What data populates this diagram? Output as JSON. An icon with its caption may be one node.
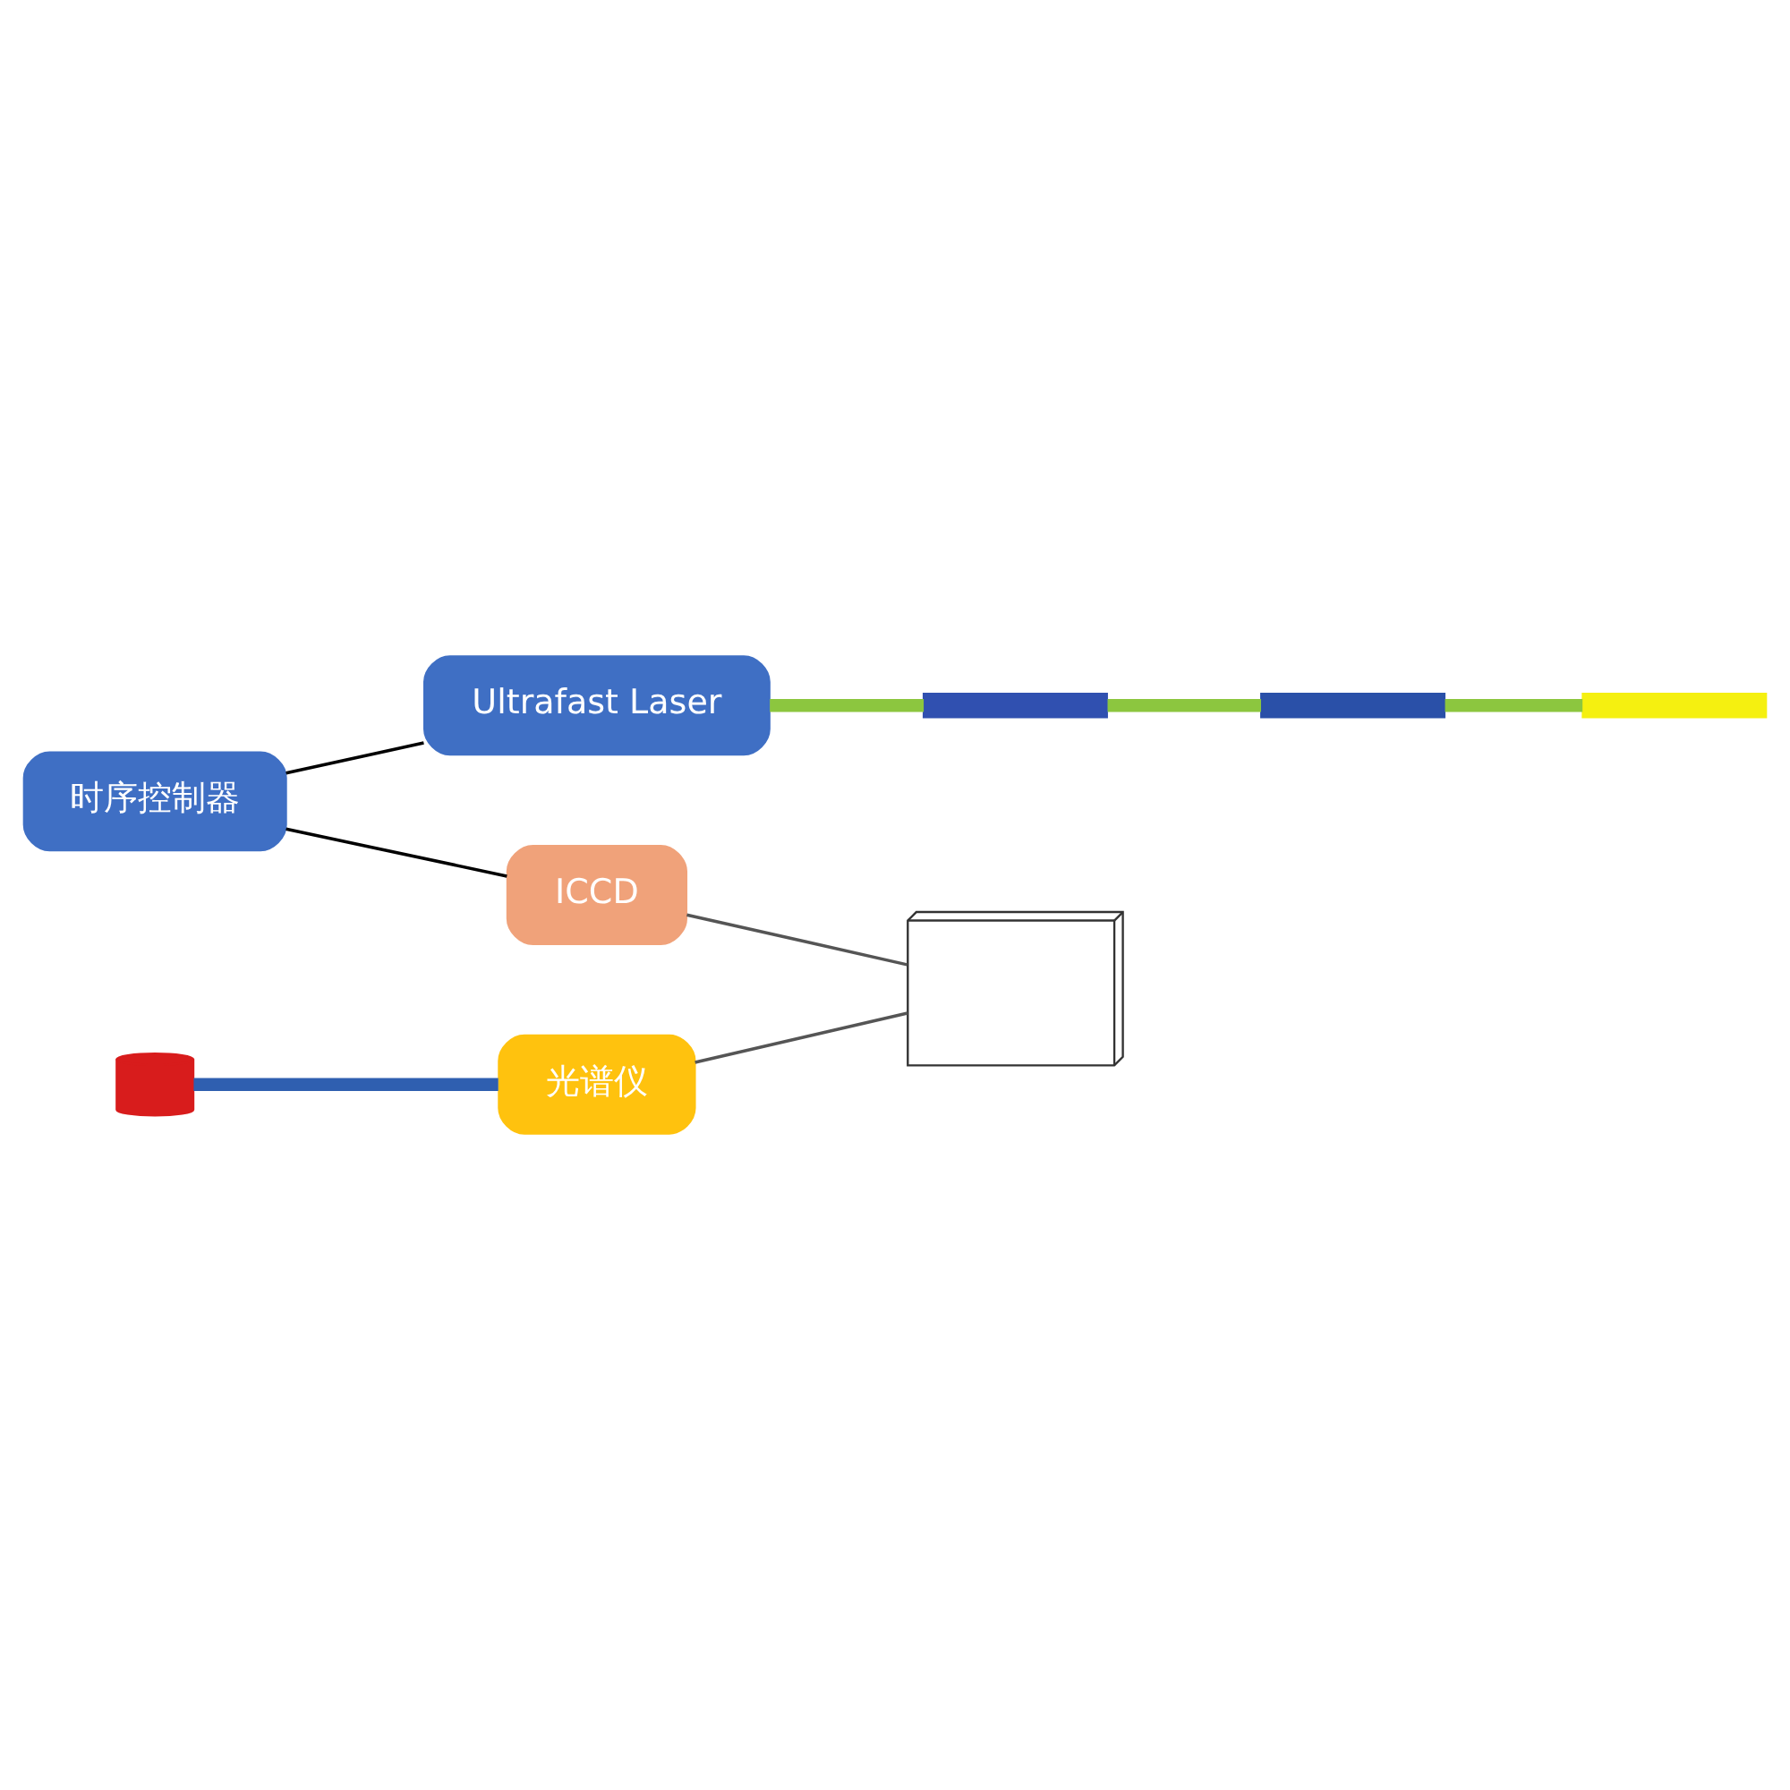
{
  "diagram": {
    "nodes": [
      {
        "text": [
          "时序控制器"
        ]
      },
      {
        "text": [
          "Ultrafast Laser"
        ]
      },
      {
        "text": [],
        "shape": "bar"
      },
      {
        "text": [],
        "shape": "bar"
      },
      {
        "text": [],
        "shape": "bar"
      },
      {
        "text": [],
        "shape": "cylinder"
      },
      {
        "text": [
          "光谱仪"
        ]
      },
      {
        "text": [
          "ICCD"
        ]
      },
      {
        "text": [],
        "shape": "picture"
      }
    ],
    "edges": [
      {
        "from": 0,
        "to": 1,
        "arrow": "none",
        "color": "#000000"
      },
      {
        "from": 0,
        "to": 7,
        "arrow": "none",
        "color": "#000000"
      },
      {
        "from": 1,
        "to": 2,
        "arrow": "none",
        "style": "thick",
        "color": "#8cc63f"
      },
      {
        "from": 2,
        "to": 3,
        "arrow": "none",
        "style": "thick",
        "color": "#8cc63f"
      },
      {
        "from": 3,
        "to": 4,
        "arrow": "none",
        "style": "thick",
        "color": "#8cc63f"
      },
      {
        "from": 5,
        "to": 6,
        "arrow": "none",
        "style": "thick",
        "color": "#2f5fb0"
      },
      {
        "from": 6,
        "to": 8,
        "arrow": "none",
        "color": "#555555"
      },
      {
        "from": 7,
        "to": 8,
        "arrow": "none",
        "color": "#555555"
      }
    ]
  }
}
